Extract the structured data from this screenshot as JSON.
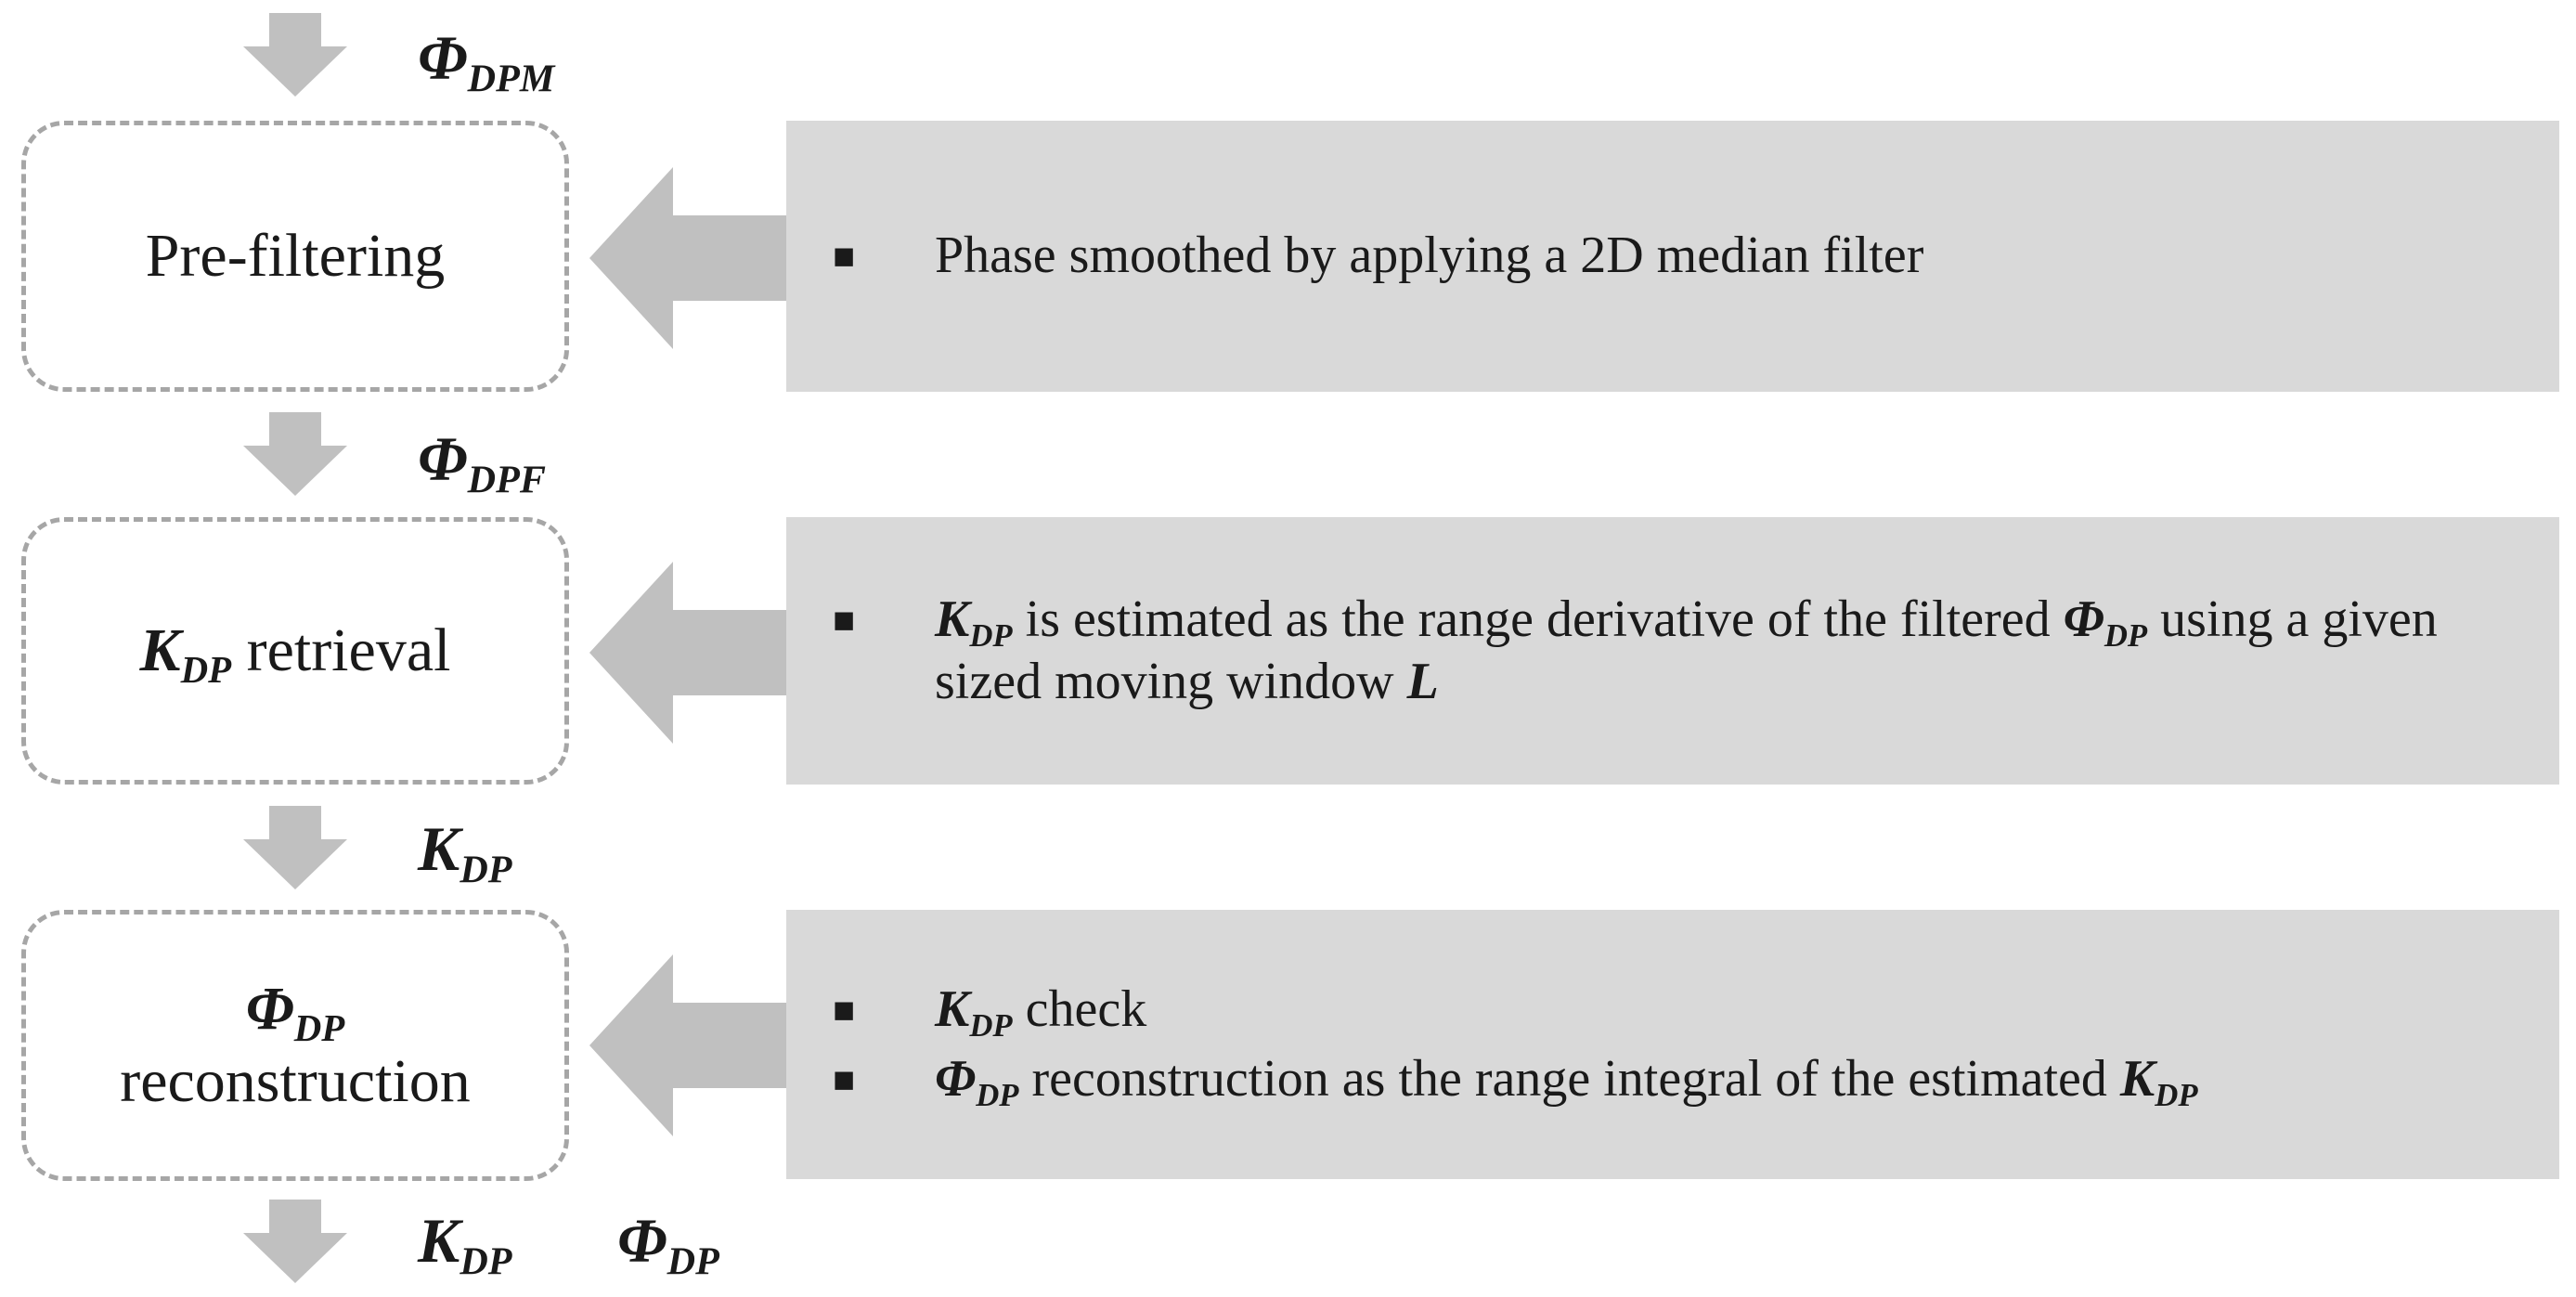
{
  "colors": {
    "arrow": "#c0c0c0",
    "panel": "#d9d9d9",
    "box_border": "#a6a6a6",
    "text": "#1a1a1a"
  },
  "inputs": {
    "phi_dpm": {
      "base": "Φ",
      "sub": "DPM"
    }
  },
  "intermediates": {
    "phi_dpf": {
      "base": "Φ",
      "sub": "DPF"
    },
    "kdp": {
      "base": "K",
      "sub": "DP"
    }
  },
  "outputs": {
    "kdp": {
      "base": "K",
      "sub": "DP"
    },
    "phi_dp": {
      "base": "Φ",
      "sub": "DP"
    }
  },
  "steps": [
    {
      "label": "Pre-filtering",
      "bullets": [
        {
          "text": "Phase smoothed by applying a 2D median filter"
        }
      ]
    },
    {
      "label_var": {
        "base": "K",
        "sub": "DP"
      },
      "label_text": " retrieval",
      "bullets": [
        {
          "v1": {
            "base": "K",
            "sub": "DP"
          },
          "t1": " is estimated as the range derivative of the filtered ",
          "v2": {
            "base": "Φ",
            "sub": "DP"
          },
          "t2": " using a given sized moving window ",
          "v3": "L"
        }
      ]
    },
    {
      "label_var": {
        "base": "Φ",
        "sub": "DP"
      },
      "label_text": "reconstruction",
      "bullets": [
        {
          "v1": {
            "base": "K",
            "sub": "DP"
          },
          "t1": " check"
        },
        {
          "v1": {
            "base": "Φ",
            "sub": "DP"
          },
          "t1": " reconstruction as the range integral of the estimated ",
          "v2": {
            "base": "K",
            "sub": "DP"
          }
        }
      ]
    }
  ],
  "bullet_symbol": "■"
}
